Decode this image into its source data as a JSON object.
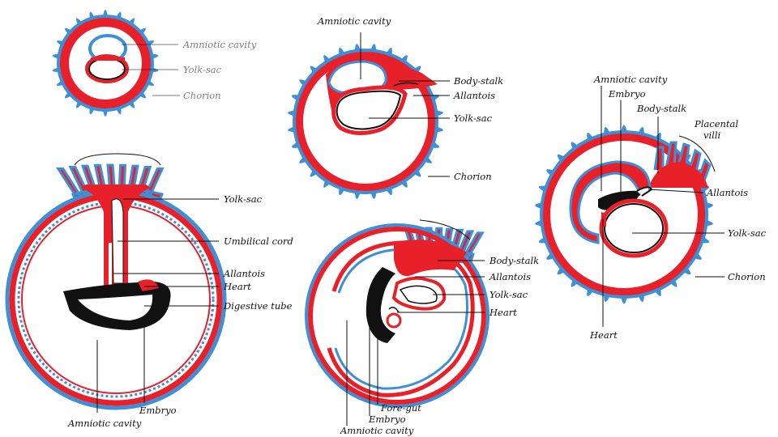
{
  "fig1": {
    "amniotic_cavity": "Amniotic cavity",
    "yolk_sac": "Yolk-sac",
    "chorion": "Chorion"
  },
  "fig2": {
    "amniotic_cavity": "Amniotic cavity",
    "body_stalk": "Body-stalk",
    "allantois": "Allantois",
    "yolk_sac": "Yolk-sac",
    "chorion": "Chorion"
  },
  "fig3": {
    "amniotic_cavity": "Amniotic cavity",
    "embryo": "Embryo",
    "body_stalk": "Body-stalk",
    "placental_villi_1": "Placental",
    "placental_villi_2": "villi",
    "allantois": "Allantois",
    "yolk_sac": "Yolk-sac",
    "chorion": "Chorion",
    "heart": "Heart"
  },
  "fig4": {
    "yolk_sac": "Yolk-sac",
    "umbilical_cord": "Umbilical cord",
    "allantois": "Allantois",
    "heart": "Heart",
    "digestive_tube": "Digestive tube",
    "embryo": "Embryo",
    "amniotic_cavity": "Amniotic cavity"
  },
  "fig5": {
    "body_stalk": "Body-stalk",
    "allantois": "Allantois",
    "yolk_sac": "Yolk-sac",
    "heart": "Heart",
    "fore_gut": "Fore-gut",
    "embryo": "Embryo",
    "amniotic_cavity": "Amniotic cavity"
  },
  "colors": {
    "mesoderm_red": "#e8202a",
    "ectoderm_blue": "#3d8fd6",
    "endoderm_black": "#111111"
  }
}
